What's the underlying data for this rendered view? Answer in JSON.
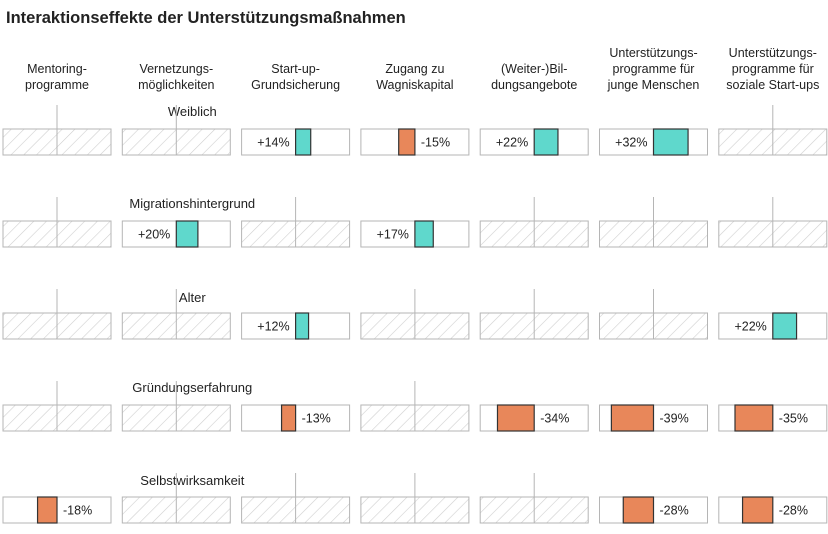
{
  "chart_data": {
    "type": "bar",
    "title": "Interaktionseffekte der Unterstützungsmaßnahmen",
    "columns": [
      [
        "Mentoring-",
        "programme"
      ],
      [
        "Vernetzungs-",
        "möglichkeiten"
      ],
      [
        "Start-up-",
        "Grundsicherung"
      ],
      [
        "Zugang zu",
        "Wagniskapital"
      ],
      [
        "(Weiter-)Bil-",
        "dungsangebote"
      ],
      [
        "Unterstützungs-",
        "programme für",
        "junge Menschen"
      ],
      [
        "Unterstützungs-",
        "programme für",
        "soziale Start-ups"
      ]
    ],
    "rows": [
      "Weiblich",
      "Migrationshintergrund",
      "Alter",
      "Gründungserfahrung",
      "Selbstwirksamkeit"
    ],
    "values": [
      [
        null,
        null,
        14,
        -15,
        22,
        32,
        null
      ],
      [
        null,
        20,
        null,
        17,
        null,
        null,
        null
      ],
      [
        null,
        null,
        12,
        null,
        null,
        null,
        22
      ],
      [
        null,
        null,
        -13,
        null,
        -34,
        -39,
        -35
      ],
      [
        -18,
        null,
        null,
        null,
        null,
        -28,
        -28
      ]
    ],
    "labels": [
      [
        null,
        null,
        "+14%",
        "-15%",
        "+22%",
        "+32%",
        null
      ],
      [
        null,
        "+20%",
        null,
        "+17%",
        null,
        null,
        null
      ],
      [
        null,
        null,
        "+12%",
        null,
        null,
        null,
        "+22%"
      ],
      [
        null,
        null,
        "-13%",
        null,
        "-34%",
        "-39%",
        "-35%"
      ],
      [
        "-18%",
        null,
        null,
        null,
        null,
        "-28%",
        "-28%"
      ]
    ],
    "xlim": [
      -50,
      50
    ],
    "colors": {
      "positive": "#5fd8cc",
      "negative": "#e8875a",
      "outline": "#b5b5b5",
      "hatch": "#cfcfcf"
    }
  }
}
